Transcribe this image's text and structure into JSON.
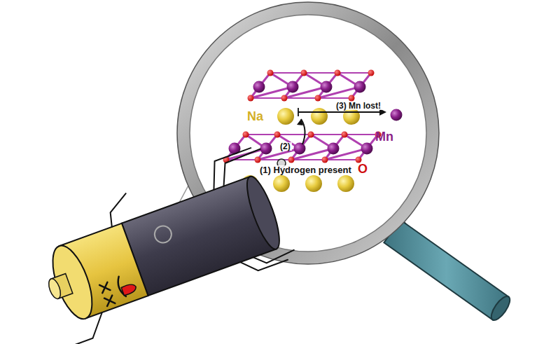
{
  "diagram": {
    "labels": [
      "Na",
      "Mn",
      "O",
      "(1) Hydrogen present",
      "(2)",
      "(3) Mn lost!"
    ]
  }
}
